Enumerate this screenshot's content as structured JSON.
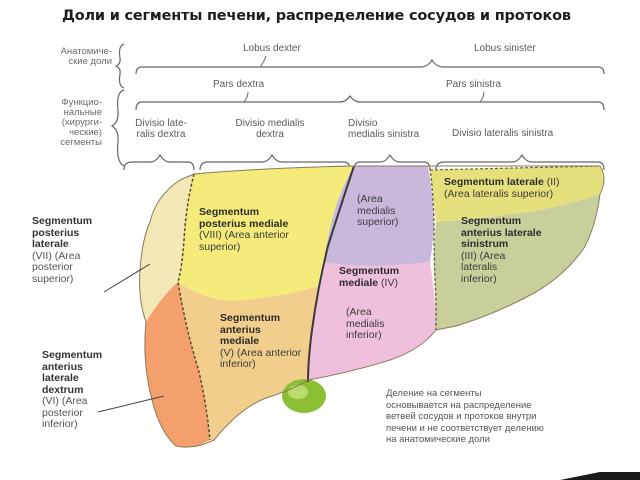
{
  "title": "Доли и сегменты печени, распределение сосудов и протоков",
  "header": {
    "anatomical_label": [
      "Анатомиче-",
      "ские доли"
    ],
    "functional_label": [
      "Функцио-",
      "нальные",
      "(хирурги-",
      "ческие)",
      "сегменты"
    ],
    "lobus_dexter": "Lobus dexter",
    "lobus_sinister": "Lobus sinister",
    "pars_dextra": "Pars dextra",
    "pars_sinistra": "Pars sinistra",
    "divisio_lateralis_dextra": [
      "Divisio late-",
      "ralis dextra"
    ],
    "divisio_medialis_dextra": [
      "Divisio medialis",
      "dextra"
    ],
    "divisio_medialis_sinistra": [
      "Divisio",
      "medialis sinistra"
    ],
    "divisio_lateralis_sinistra": "Divisio lateralis sinistra"
  },
  "segments": {
    "vii": {
      "bold": [
        "Segmentum",
        "posterius",
        "laterale"
      ],
      "plain": [
        "(VII) (Area",
        "posterior",
        "superior)"
      ]
    },
    "viii": {
      "bold": [
        "Segmentum",
        "posterius mediale"
      ],
      "plain": [
        "(VIII) (Area anterior",
        "superior)"
      ]
    },
    "v": {
      "bold": [
        "Segmentum",
        "anterius",
        "mediale"
      ],
      "plain": [
        "(V) (Area anterior",
        "inferior)"
      ]
    },
    "vi": {
      "bold": [
        "Segmentum",
        "anterius",
        "laterale",
        "dextrum"
      ],
      "plain": [
        "(VI) (Area",
        "posterior",
        "inferior)"
      ]
    },
    "iv_area": [
      "(Area",
      "medialis",
      "superior)"
    ],
    "iv": {
      "bold": [
        "Segmentum",
        "mediale"
      ],
      "plain": " (IV)"
    },
    "iv_inferior": [
      "(Area",
      "medialis",
      "inferior)"
    ],
    "ii": {
      "bold": "Segmentum laterale",
      "plain": " (II)",
      "area": "(Area lateralis superior)"
    },
    "iii": {
      "bold": [
        "Segmentum",
        "anterius laterale",
        "sinistrum"
      ],
      "plain": [
        "(III) (Area",
        "lateralis",
        "inferior)"
      ]
    }
  },
  "note": [
    "Деление на сегменты",
    "основывается на распределение",
    "ветвей сосудов и протоков внутри",
    "печени и не соответствует делению",
    "на анатомические доли"
  ],
  "colors": {
    "seg_vii": "#f4e9b6",
    "seg_viii": "#f5eb7a",
    "seg_v": "#f1ce8c",
    "seg_vi": "#f3a06c",
    "seg_iv_sup": "#c9b8dc",
    "seg_iv_inf": "#efc0dc",
    "seg_ii": "#e6e07c",
    "seg_iii": "#c9cf9a",
    "gallbladder": "#8dbf35"
  }
}
